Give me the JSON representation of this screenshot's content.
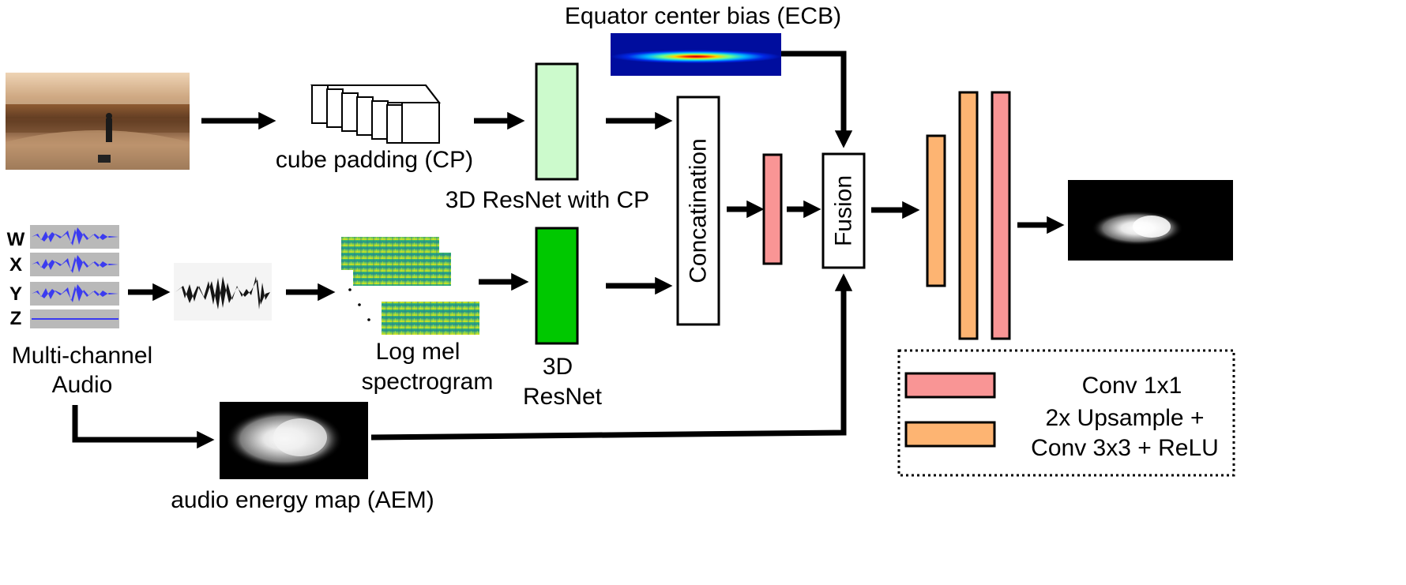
{
  "ecb_label": "Equator center bias (ECB)",
  "cube_padding_label": "cube padding (CP)",
  "resnet_cp_label": "3D ResNet with CP",
  "concat_label": "Concatination",
  "fusion_label": "Fusion",
  "channels": [
    "W",
    "X",
    "Y",
    "Z"
  ],
  "multichannel_label": [
    "Multi-channel",
    "Audio"
  ],
  "logmel_label": [
    "Log mel",
    "spectrogram"
  ],
  "resnet_label": [
    "3D",
    "ResNet"
  ],
  "aem_label": "audio energy map (AEM)",
  "legend": {
    "conv1x1": "Conv 1x1",
    "upsample_line1": "2x Upsample +",
    "upsample_line2": "Conv 3x3 + ReLU"
  },
  "colors": {
    "pink": "#f99595",
    "orange": "#fdb472",
    "light_green": "#ccfacc",
    "green": "#00c800",
    "audio_blue": "#3b3bf0",
    "audio_grey": "#b9b9b9"
  }
}
